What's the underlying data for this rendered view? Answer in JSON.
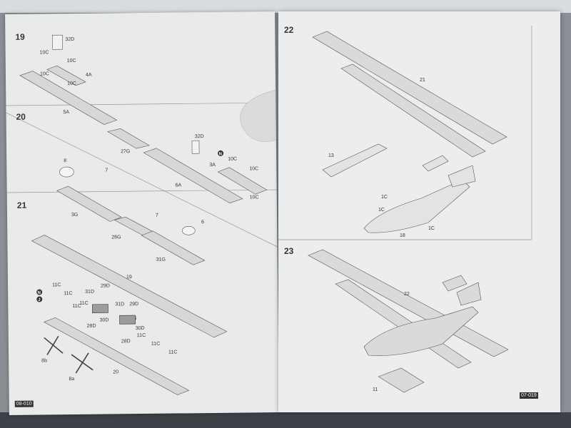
{
  "left_page": {
    "code": "08-010",
    "steps": {
      "s19": "19",
      "s20": "20",
      "s21": "21"
    },
    "labels": {
      "p32D_a": "32D",
      "p10C_a": "10C",
      "p10C_b": "10C",
      "p10C_c": "10C",
      "p10C_d": "10C",
      "p4A": "4A",
      "p5A": "5A",
      "p27G": "27G",
      "p32D_b": "32D",
      "p3A": "3A",
      "p10C_e": "10C",
      "p10C_f": "10C",
      "p10C_g": "10C",
      "p6A": "6A",
      "p8_a": "8",
      "p7_a": "7",
      "p3G": "3G",
      "p26G": "26G",
      "p7_b": "7",
      "p6": "6",
      "p31G": "31G",
      "p19": "19",
      "p11C_a": "11C",
      "p11C_b": "11C",
      "p11C_c": "11C",
      "p31D_a": "31D",
      "p29D_a": "29D",
      "p11C_d": "11C",
      "p31D_b": "31D",
      "p29D_b": "29D",
      "p28D_a": "28D",
      "p30D_a": "30D",
      "p5": "5",
      "p30D_b": "30D",
      "p28D_b": "28D",
      "p11C_e": "11C",
      "p11C_f": "11C",
      "p11C_g": "11C",
      "p8b": "8b",
      "p8a": "8a",
      "p20": "20"
    },
    "badges": {
      "n1": "N",
      "n2": "N",
      "j1": "J"
    }
  },
  "right_page": {
    "code": "07-019",
    "steps": {
      "s22": "22",
      "s23": "23"
    },
    "labels": {
      "p21": "21",
      "p13": "13",
      "p1C_a": "1C",
      "p1C_b": "1C",
      "p18": "18",
      "p1C_c": "1C",
      "p22": "22",
      "p11": "11"
    }
  }
}
